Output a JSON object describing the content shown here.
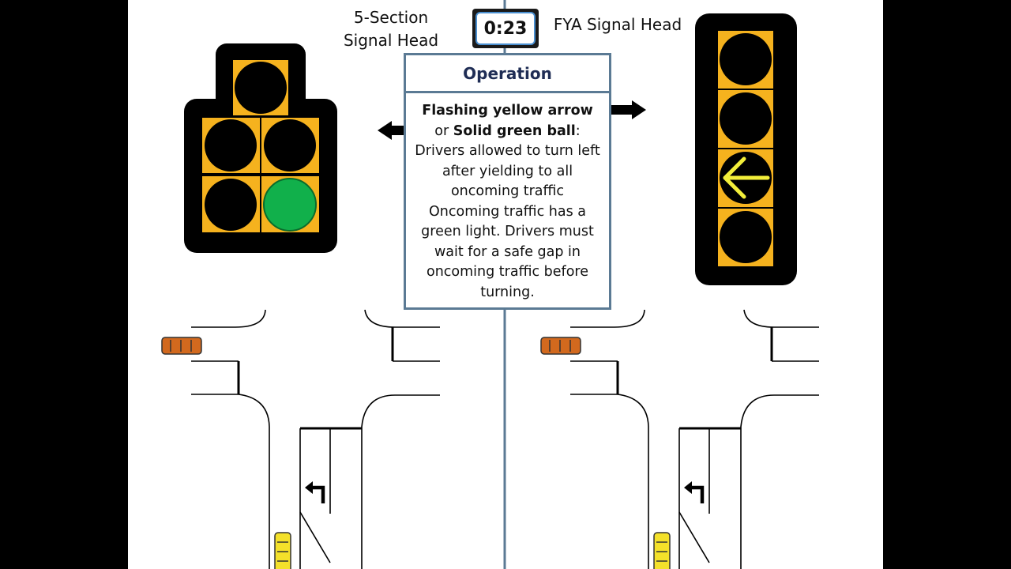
{
  "labels": {
    "five_section": "5-Section Signal Head",
    "fya": "FYA Signal Head"
  },
  "timer": "0:23",
  "operation": {
    "title": "Operation",
    "text_bold_1": "Flashing yellow arrow",
    "text_or": "or ",
    "text_bold_2": "Solid green ball",
    "text_colon": ":",
    "line_1": "Drivers allowed to turn left after yielding to all oncoming traffic",
    "line_2": "Oncoming traffic has a green light. Drivers must wait for a safe gap in oncoming traffic before turning."
  },
  "colors": {
    "housing": "#000000",
    "backplate": "#f5b21e",
    "green_ball": "#11b04b",
    "fya_arrow": "#f2ee3a",
    "car_orange": "#d2691e",
    "car_yellow": "#f4e12a",
    "box_border": "#5b7a94"
  },
  "icons": {
    "left_pointer": "left-arrow-icon",
    "right_pointer": "right-arrow-icon",
    "lane_marking": "left-turn-arrow-icon"
  }
}
